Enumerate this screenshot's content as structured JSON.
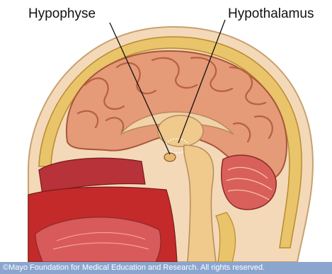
{
  "labels": {
    "hypophyse": "Hypophyse",
    "hypothalamus": "Hypothalamus"
  },
  "credit": "©Mayo Foundation for Medical Education and Research.  All rights reserved.",
  "colors": {
    "skin": "#f3d9b8",
    "skull_bone": "#e9c46a",
    "cerebrum": "#e59a78",
    "cerebrum_fold": "#b85f42",
    "cerebellum": "#d9605a",
    "airway_red": "#c42a2a",
    "brainstem": "#f0c98c",
    "banner": "#8aa6cf"
  }
}
